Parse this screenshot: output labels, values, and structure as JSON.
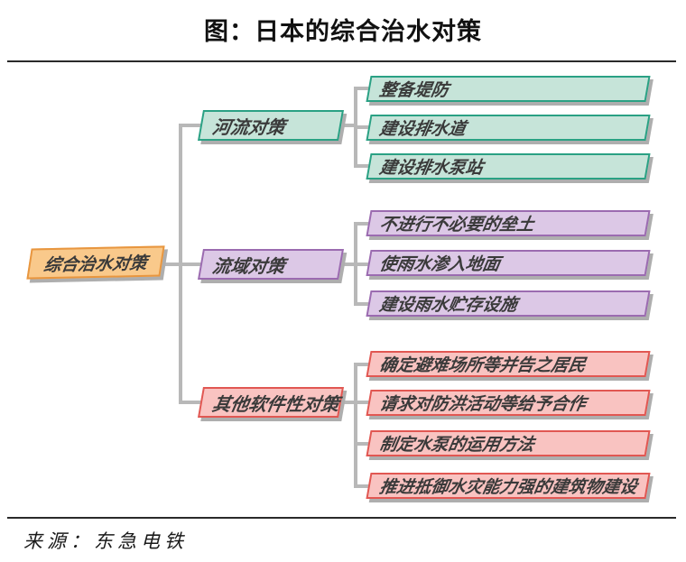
{
  "title": "图：日本的综合治水对策",
  "source": "来源：东急电铁",
  "colors": {
    "ink": "#3a3a3a",
    "line": "#b8b8b8",
    "shadow": "#aeaeae",
    "rule": "#2a2a2a"
  },
  "diagram": {
    "root": {
      "label": "综合治水对策",
      "fill": "#f9c98b",
      "border": "#e8963f"
    },
    "branches": [
      {
        "label": "河流对策",
        "fill": "#c6e4d9",
        "border": "#2aa184",
        "leaves": [
          "整备堤防",
          "建设排水道",
          "建设排水泵站"
        ]
      },
      {
        "label": "流域对策",
        "fill": "#dcc8e6",
        "border": "#9b6bb0",
        "leaves": [
          "不进行不必要的垒土",
          "使雨水渗入地面",
          "建设雨水贮存设施"
        ]
      },
      {
        "label": "其他软件性对策",
        "fill": "#f9c3c1",
        "border": "#e15752",
        "leaves": [
          "确定避难场所等并告之居民",
          "请求对防洪活动等给予合作",
          "制定水泵的运用方法",
          "推进抵御水灾能力强的建筑物建设"
        ]
      }
    ]
  }
}
